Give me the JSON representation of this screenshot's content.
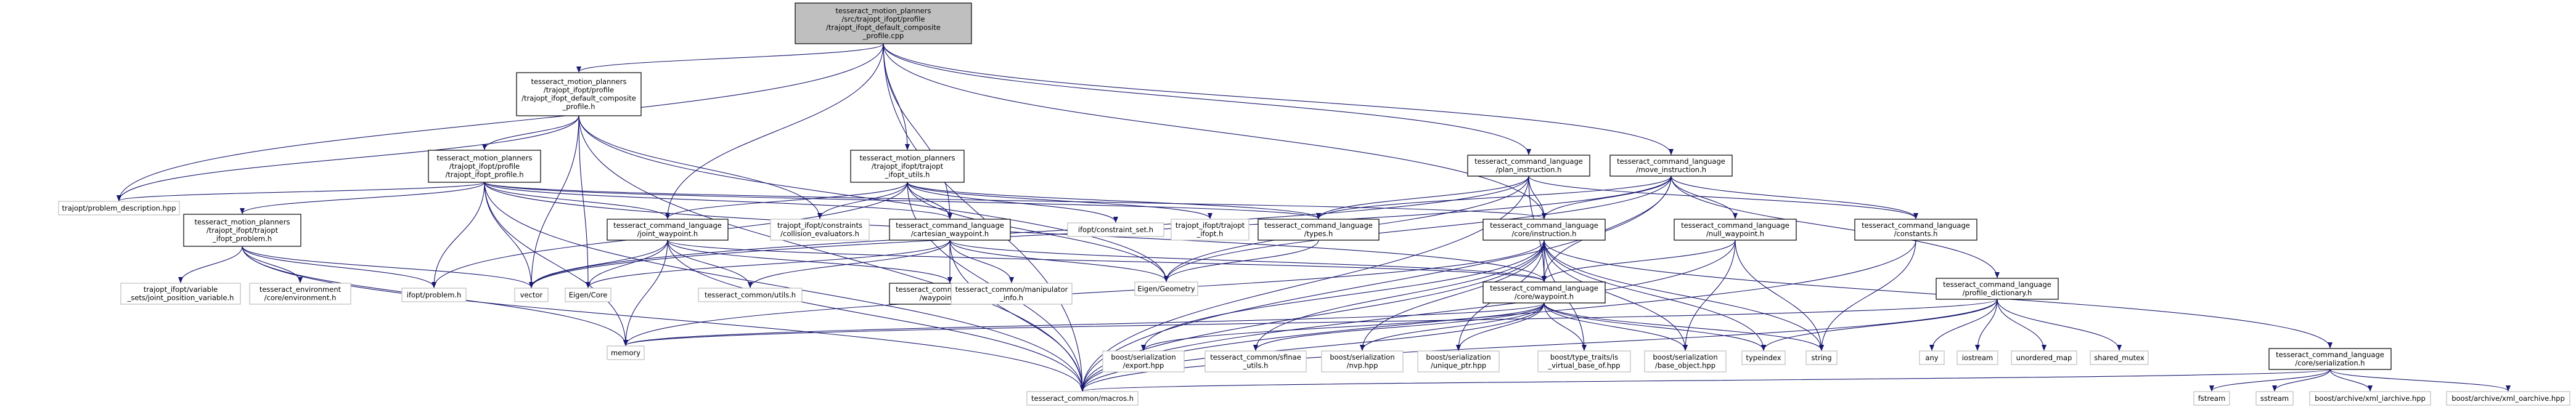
{
  "colors": {
    "edge": "#191970",
    "root_fill": "#bfbfbf",
    "internal_fill": "#ffffff",
    "internal_border": "#000000",
    "external_border": "#bfbfbf",
    "text": "#000000"
  },
  "nodes": [
    {
      "id": "root",
      "kind": "root",
      "lines": [
        "tesseract_motion_planners",
        "/src/trajopt_ifopt/profile",
        "/trajopt_ifopt_default_composite",
        "_profile.cpp"
      ]
    },
    {
      "id": "default_composite_profile_h",
      "kind": "internal",
      "lines": [
        "tesseract_motion_planners",
        "/trajopt_ifopt/profile",
        "/trajopt_ifopt_default_composite",
        "_profile.h"
      ]
    },
    {
      "id": "trajopt_ifopt_utils_h",
      "kind": "internal",
      "lines": [
        "tesseract_motion_planners",
        "/trajopt_ifopt/trajopt",
        "_ifopt_utils.h"
      ]
    },
    {
      "id": "plan_instruction_h",
      "kind": "internal",
      "lines": [
        "tesseract_command_language",
        "/plan_instruction.h"
      ]
    },
    {
      "id": "move_instruction_h",
      "kind": "internal",
      "lines": [
        "tesseract_command_language",
        "/move_instruction.h"
      ]
    },
    {
      "id": "trajopt_ifopt_profile_h",
      "kind": "internal",
      "lines": [
        "tesseract_motion_planners",
        "/trajopt_ifopt/profile",
        "/trajopt_ifopt_profile.h"
      ]
    },
    {
      "id": "trajopt_problem_description",
      "kind": "external",
      "lines": [
        "trajopt/problem_description.hpp"
      ]
    },
    {
      "id": "trajopt_ifopt_problem_h",
      "kind": "internal",
      "lines": [
        "tesseract_motion_planners",
        "/trajopt_ifopt/trajopt",
        "_ifopt_problem.h"
      ]
    },
    {
      "id": "joint_waypoint_h",
      "kind": "internal",
      "lines": [
        "tesseract_command_language",
        "/joint_waypoint.h"
      ]
    },
    {
      "id": "collision_evaluators_h",
      "kind": "external",
      "lines": [
        "trajopt_ifopt/constraints",
        "/collision_evaluators.h"
      ]
    },
    {
      "id": "cartesian_waypoint_h",
      "kind": "internal",
      "lines": [
        "tesseract_command_language",
        "/cartesian_waypoint.h"
      ]
    },
    {
      "id": "constraint_set_h",
      "kind": "external",
      "lines": [
        "ifopt/constraint_set.h"
      ]
    },
    {
      "id": "trajopt_ifopt_h",
      "kind": "external",
      "lines": [
        "trajopt_ifopt/trajopt",
        "_ifopt.h"
      ]
    },
    {
      "id": "types_h",
      "kind": "internal",
      "lines": [
        "tesseract_command_language",
        "/types.h"
      ]
    },
    {
      "id": "core_instruction_h",
      "kind": "internal",
      "lines": [
        "tesseract_command_language",
        "/core/instruction.h"
      ]
    },
    {
      "id": "null_waypoint_h",
      "kind": "internal",
      "lines": [
        "tesseract_command_language",
        "/null_waypoint.h"
      ]
    },
    {
      "id": "constants_h",
      "kind": "internal",
      "lines": [
        "tesseract_command_language",
        "/constants.h"
      ]
    },
    {
      "id": "joint_position_variable_h",
      "kind": "external",
      "lines": [
        "trajopt_ifopt/variable",
        "_sets/joint_position_variable.h"
      ]
    },
    {
      "id": "environment_h",
      "kind": "external",
      "lines": [
        "tesseract_environment",
        "/core/environment.h"
      ]
    },
    {
      "id": "ifopt_problem_h",
      "kind": "external",
      "lines": [
        "ifopt/problem.h"
      ]
    },
    {
      "id": "vector",
      "kind": "external",
      "lines": [
        "vector"
      ]
    },
    {
      "id": "eigen_core",
      "kind": "external",
      "lines": [
        "Eigen/Core"
      ]
    },
    {
      "id": "tc_utils_h",
      "kind": "external",
      "lines": [
        "tesseract_common/utils.h"
      ]
    },
    {
      "id": "waypoint_type_h",
      "kind": "internal",
      "lines": [
        "tesseract_command_language",
        "/waypoint_type.h"
      ]
    },
    {
      "id": "manipulator_info_h",
      "kind": "external",
      "lines": [
        "tesseract_common/manipulator",
        "_info.h"
      ]
    },
    {
      "id": "eigen_geometry",
      "kind": "external",
      "lines": [
        "Eigen/Geometry"
      ]
    },
    {
      "id": "core_waypoint_h",
      "kind": "internal",
      "lines": [
        "tesseract_command_language",
        "/core/waypoint.h"
      ]
    },
    {
      "id": "profile_dictionary_h",
      "kind": "internal",
      "lines": [
        "tesseract_command_language",
        "/profile_dictionary.h"
      ]
    },
    {
      "id": "memory",
      "kind": "external",
      "lines": [
        "memory"
      ]
    },
    {
      "id": "boost_export",
      "kind": "external",
      "lines": [
        "boost/serialization",
        "/export.hpp"
      ]
    },
    {
      "id": "sfinae_utils_h",
      "kind": "external",
      "lines": [
        "tesseract_common/sfinae",
        "_utils.h"
      ]
    },
    {
      "id": "boost_nvp",
      "kind": "external",
      "lines": [
        "boost/serialization",
        "/nvp.hpp"
      ]
    },
    {
      "id": "boost_unique_ptr",
      "kind": "external",
      "lines": [
        "boost/serialization",
        "/unique_ptr.hpp"
      ]
    },
    {
      "id": "boost_is_virtual_base_of",
      "kind": "external",
      "lines": [
        "boost/type_traits/is",
        "_virtual_base_of.hpp"
      ]
    },
    {
      "id": "boost_base_object",
      "kind": "external",
      "lines": [
        "boost/serialization",
        "/base_object.hpp"
      ]
    },
    {
      "id": "typeindex",
      "kind": "external",
      "lines": [
        "typeindex"
      ]
    },
    {
      "id": "string",
      "kind": "external",
      "lines": [
        "string"
      ]
    },
    {
      "id": "any",
      "kind": "external",
      "lines": [
        "any"
      ]
    },
    {
      "id": "iostream",
      "kind": "external",
      "lines": [
        "iostream"
      ]
    },
    {
      "id": "unordered_map",
      "kind": "external",
      "lines": [
        "unordered_map"
      ]
    },
    {
      "id": "shared_mutex",
      "kind": "external",
      "lines": [
        "shared_mutex"
      ]
    },
    {
      "id": "core_serialization_h",
      "kind": "internal",
      "lines": [
        "tesseract_command_language",
        "/core/serialization.h"
      ]
    },
    {
      "id": "macros_h",
      "kind": "external",
      "lines": [
        "tesseract_common/macros.h"
      ]
    },
    {
      "id": "fstream",
      "kind": "external",
      "lines": [
        "fstream"
      ]
    },
    {
      "id": "sstream",
      "kind": "external",
      "lines": [
        "sstream"
      ]
    },
    {
      "id": "xml_iarchive",
      "kind": "external",
      "lines": [
        "boost/archive/xml_iarchive.hpp"
      ]
    },
    {
      "id": "xml_oarchive",
      "kind": "external",
      "lines": [
        "boost/archive/xml_oarchive.hpp"
      ]
    }
  ],
  "edges": [
    [
      "root",
      "default_composite_profile_h"
    ],
    [
      "root",
      "trajopt_ifopt_utils_h"
    ],
    [
      "root",
      "plan_instruction_h"
    ],
    [
      "root",
      "move_instruction_h"
    ],
    [
      "root",
      "trajopt_problem_description"
    ],
    [
      "root",
      "joint_waypoint_h"
    ],
    [
      "root",
      "cartesian_waypoint_h"
    ],
    [
      "root",
      "core_instruction_h"
    ],
    [
      "root",
      "macros_h"
    ],
    [
      "default_composite_profile_h",
      "trajopt_ifopt_profile_h"
    ],
    [
      "default_composite_profile_h",
      "trajopt_problem_description"
    ],
    [
      "default_composite_profile_h",
      "collision_evaluators_h"
    ],
    [
      "default_composite_profile_h",
      "vector"
    ],
    [
      "default_composite_profile_h",
      "eigen_core"
    ],
    [
      "default_composite_profile_h",
      "eigen_geometry"
    ],
    [
      "default_composite_profile_h",
      "macros_h"
    ],
    [
      "trajopt_ifopt_profile_h",
      "trajopt_ifopt_problem_h"
    ],
    [
      "trajopt_ifopt_profile_h",
      "joint_waypoint_h"
    ],
    [
      "trajopt_ifopt_profile_h",
      "cartesian_waypoint_h"
    ],
    [
      "trajopt_ifopt_profile_h",
      "types_h"
    ],
    [
      "trajopt_ifopt_profile_h",
      "core_waypoint_h"
    ],
    [
      "trajopt_ifopt_profile_h",
      "ifopt_problem_h"
    ],
    [
      "trajopt_ifopt_profile_h",
      "vector"
    ],
    [
      "trajopt_ifopt_profile_h",
      "memory"
    ],
    [
      "trajopt_ifopt_profile_h",
      "macros_h"
    ],
    [
      "trajopt_ifopt_profile_h",
      "trajopt_problem_description"
    ],
    [
      "trajopt_ifopt_profile_h",
      "core_instruction_h"
    ],
    [
      "trajopt_ifopt_problem_h",
      "joint_position_variable_h"
    ],
    [
      "trajopt_ifopt_problem_h",
      "environment_h"
    ],
    [
      "trajopt_ifopt_problem_h",
      "ifopt_problem_h"
    ],
    [
      "trajopt_ifopt_problem_h",
      "vector"
    ],
    [
      "trajopt_ifopt_problem_h",
      "memory"
    ],
    [
      "trajopt_ifopt_problem_h",
      "macros_h"
    ],
    [
      "trajopt_ifopt_utils_h",
      "collision_evaluators_h"
    ],
    [
      "trajopt_ifopt_utils_h",
      "cartesian_waypoint_h"
    ],
    [
      "trajopt_ifopt_utils_h",
      "constraint_set_h"
    ],
    [
      "trajopt_ifopt_utils_h",
      "trajopt_ifopt_h"
    ],
    [
      "trajopt_ifopt_utils_h",
      "types_h"
    ],
    [
      "trajopt_ifopt_utils_h",
      "joint_waypoint_h"
    ],
    [
      "trajopt_ifopt_utils_h",
      "ifopt_problem_h"
    ],
    [
      "trajopt_ifopt_utils_h",
      "eigen_geometry"
    ],
    [
      "trajopt_ifopt_utils_h",
      "macros_h"
    ],
    [
      "joint_waypoint_h",
      "vector"
    ],
    [
      "joint_waypoint_h",
      "eigen_core"
    ],
    [
      "joint_waypoint_h",
      "tc_utils_h"
    ],
    [
      "joint_waypoint_h",
      "waypoint_type_h"
    ],
    [
      "joint_waypoint_h",
      "core_waypoint_h"
    ],
    [
      "joint_waypoint_h",
      "memory"
    ],
    [
      "joint_waypoint_h",
      "macros_h"
    ],
    [
      "cartesian_waypoint_h",
      "eigen_core"
    ],
    [
      "cartesian_waypoint_h",
      "eigen_geometry"
    ],
    [
      "cartesian_waypoint_h",
      "tc_utils_h"
    ],
    [
      "cartesian_waypoint_h",
      "waypoint_type_h"
    ],
    [
      "cartesian_waypoint_h",
      "manipulator_info_h"
    ],
    [
      "cartesian_waypoint_h",
      "core_waypoint_h"
    ],
    [
      "cartesian_waypoint_h",
      "macros_h"
    ],
    [
      "plan_instruction_h",
      "types_h"
    ],
    [
      "plan_instruction_h",
      "core_instruction_h"
    ],
    [
      "plan_instruction_h",
      "constants_h"
    ],
    [
      "plan_instruction_h",
      "core_waypoint_h"
    ],
    [
      "plan_instruction_h",
      "eigen_geometry"
    ],
    [
      "plan_instruction_h",
      "vector"
    ],
    [
      "plan_instruction_h",
      "macros_h"
    ],
    [
      "move_instruction_h",
      "core_instruction_h"
    ],
    [
      "move_instruction_h",
      "null_waypoint_h"
    ],
    [
      "move_instruction_h",
      "constants_h"
    ],
    [
      "move_instruction_h",
      "profile_dictionary_h"
    ],
    [
      "move_instruction_h",
      "types_h"
    ],
    [
      "move_instruction_h",
      "core_waypoint_h"
    ],
    [
      "move_instruction_h",
      "eigen_geometry"
    ],
    [
      "move_instruction_h",
      "vector"
    ],
    [
      "move_instruction_h",
      "macros_h"
    ],
    [
      "types_h",
      "eigen_geometry"
    ],
    [
      "core_instruction_h",
      "core_waypoint_h"
    ],
    [
      "core_instruction_h",
      "core_serialization_h"
    ],
    [
      "core_instruction_h",
      "memory"
    ],
    [
      "core_instruction_h",
      "boost_export"
    ],
    [
      "core_instruction_h",
      "sfinae_utils_h"
    ],
    [
      "core_instruction_h",
      "boost_nvp"
    ],
    [
      "core_instruction_h",
      "boost_unique_ptr"
    ],
    [
      "core_instruction_h",
      "boost_is_virtual_base_of"
    ],
    [
      "core_instruction_h",
      "boost_base_object"
    ],
    [
      "core_instruction_h",
      "typeindex"
    ],
    [
      "core_instruction_h",
      "string"
    ],
    [
      "core_instruction_h",
      "macros_h"
    ],
    [
      "null_waypoint_h",
      "core_waypoint_h"
    ],
    [
      "null_waypoint_h",
      "string"
    ],
    [
      "null_waypoint_h",
      "boost_base_object"
    ],
    [
      "null_waypoint_h",
      "macros_h"
    ],
    [
      "constants_h",
      "string"
    ],
    [
      "constants_h",
      "macros_h"
    ],
    [
      "core_waypoint_h",
      "memory"
    ],
    [
      "core_waypoint_h",
      "boost_export"
    ],
    [
      "core_waypoint_h",
      "sfinae_utils_h"
    ],
    [
      "core_waypoint_h",
      "boost_nvp"
    ],
    [
      "core_waypoint_h",
      "boost_unique_ptr"
    ],
    [
      "core_waypoint_h",
      "boost_is_virtual_base_of"
    ],
    [
      "core_waypoint_h",
      "boost_base_object"
    ],
    [
      "core_waypoint_h",
      "typeindex"
    ],
    [
      "core_waypoint_h",
      "string"
    ],
    [
      "core_waypoint_h",
      "macros_h"
    ],
    [
      "profile_dictionary_h",
      "typeindex"
    ],
    [
      "profile_dictionary_h",
      "any"
    ],
    [
      "profile_dictionary_h",
      "iostream"
    ],
    [
      "profile_dictionary_h",
      "unordered_map"
    ],
    [
      "profile_dictionary_h",
      "shared_mutex"
    ],
    [
      "profile_dictionary_h",
      "memory"
    ],
    [
      "profile_dictionary_h",
      "macros_h"
    ],
    [
      "core_serialization_h",
      "fstream"
    ],
    [
      "core_serialization_h",
      "sstream"
    ],
    [
      "core_serialization_h",
      "xml_iarchive"
    ],
    [
      "core_serialization_h",
      "xml_oarchive"
    ],
    [
      "core_serialization_h",
      "macros_h"
    ]
  ]
}
